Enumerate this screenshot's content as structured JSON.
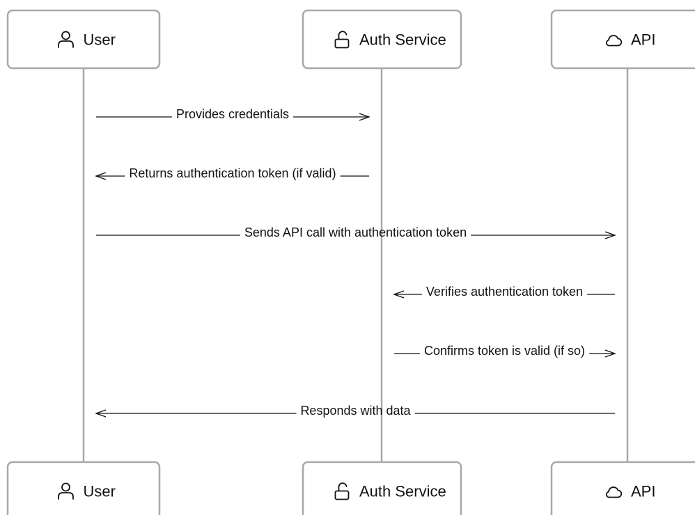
{
  "participants": [
    {
      "name": "User",
      "icon": "user-icon"
    },
    {
      "name": "Auth Service",
      "icon": "lock-icon"
    },
    {
      "name": "API",
      "icon": "cloud-icon"
    }
  ],
  "messages": [
    {
      "from": 0,
      "to": 1,
      "label": "Provides credentials"
    },
    {
      "from": 1,
      "to": 0,
      "label": "Returns authentication token (if valid)"
    },
    {
      "from": 0,
      "to": 2,
      "label": "Sends API call with authentication token"
    },
    {
      "from": 2,
      "to": 1,
      "label": "Verifies authentication token"
    },
    {
      "from": 1,
      "to": 2,
      "label": "Confirms token is valid (if so)"
    },
    {
      "from": 2,
      "to": 0,
      "label": "Responds with data"
    }
  ],
  "colors": {
    "box_stroke": "#a8a8ad",
    "lifeline": "#a8a8ad",
    "text": "#111111",
    "background": "#ffffff"
  }
}
